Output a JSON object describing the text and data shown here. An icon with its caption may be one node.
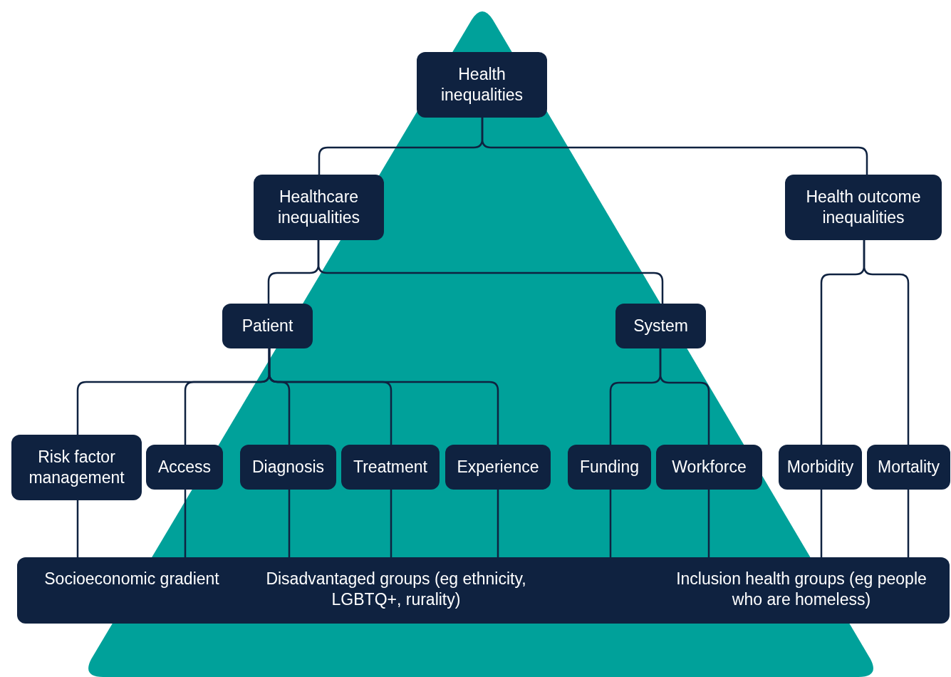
{
  "diagram": {
    "nodes": [
      {
        "text": [
          "Health inequalities"
        ]
      },
      {
        "text": [
          "Healthcare inequalities"
        ]
      },
      {
        "text": [
          "Health outcome inequalities"
        ]
      },
      {
        "text": [
          "Patient"
        ]
      },
      {
        "text": [
          "System"
        ]
      },
      {
        "text": [
          "Risk factor management"
        ]
      },
      {
        "text": [
          "Access"
        ]
      },
      {
        "text": [
          "Diagnosis"
        ]
      },
      {
        "text": [
          "Treatment"
        ]
      },
      {
        "text": [
          "Experience"
        ]
      },
      {
        "text": [
          "Funding"
        ]
      },
      {
        "text": [
          "Workforce"
        ]
      },
      {
        "text": [
          "Morbidity"
        ]
      },
      {
        "text": [
          "Mortality"
        ]
      },
      {
        "text": [
          "Socioeconomic gradient",
          "Disadvantaged groups (eg ethnicity, LGBTQ+, rurality)",
          "Inclusion health groups (eg people who are homeless)"
        ]
      }
    ],
    "edges": [
      {
        "from": 0,
        "to": 1,
        "arrow": "none"
      },
      {
        "from": 0,
        "to": 2,
        "arrow": "none"
      },
      {
        "from": 1,
        "to": 3,
        "arrow": "none"
      },
      {
        "from": 1,
        "to": 4,
        "arrow": "none"
      },
      {
        "from": 2,
        "to": 12,
        "arrow": "none"
      },
      {
        "from": 2,
        "to": 13,
        "arrow": "none"
      },
      {
        "from": 3,
        "to": 5,
        "arrow": "none"
      },
      {
        "from": 3,
        "to": 6,
        "arrow": "none"
      },
      {
        "from": 3,
        "to": 7,
        "arrow": "none"
      },
      {
        "from": 3,
        "to": 8,
        "arrow": "none"
      },
      {
        "from": 3,
        "to": 9,
        "arrow": "none"
      },
      {
        "from": 4,
        "to": 10,
        "arrow": "none"
      },
      {
        "from": 4,
        "to": 11,
        "arrow": "none"
      },
      {
        "from": 5,
        "to": 14,
        "arrow": "none"
      },
      {
        "from": 6,
        "to": 14,
        "arrow": "none"
      },
      {
        "from": 7,
        "to": 14,
        "arrow": "none"
      },
      {
        "from": 8,
        "to": 14,
        "arrow": "none"
      },
      {
        "from": 9,
        "to": 14,
        "arrow": "none"
      },
      {
        "from": 10,
        "to": 14,
        "arrow": "none"
      },
      {
        "from": 11,
        "to": 14,
        "arrow": "none"
      },
      {
        "from": 12,
        "to": 14,
        "arrow": "none"
      },
      {
        "from": 13,
        "to": 14,
        "arrow": "none"
      }
    ]
  }
}
